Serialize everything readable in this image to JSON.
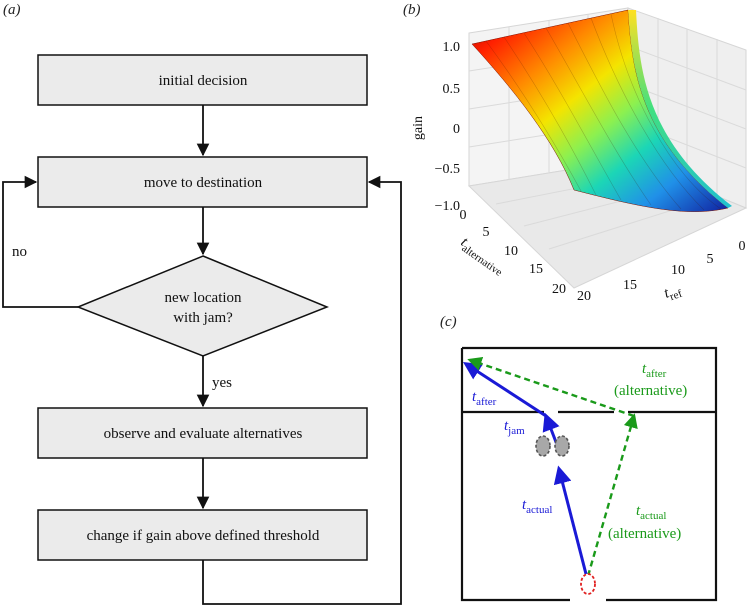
{
  "panels": {
    "a": {
      "label": "(a)"
    },
    "b": {
      "label": "(b)"
    },
    "c": {
      "label": "(c)"
    }
  },
  "flowchart": {
    "initial_decision": "initial decision",
    "move_to_destination": "move to destination",
    "decision_line1": "new location",
    "decision_line2": "with jam?",
    "no_label": "no",
    "yes_label": "yes",
    "observe": "observe and evaluate alternatives",
    "change": "change if gain above defined threshold",
    "box_fill": "#ebebeb",
    "stroke": "#111111"
  },
  "surface_plot": {
    "type": "surface",
    "zlabel": "gain",
    "xlabel_main": "t",
    "xlabel_sub": "alternative",
    "ylabel_main": "t",
    "ylabel_sub": "ref",
    "z_ticks": [
      "1.0",
      "0.5",
      "0",
      "−0.5",
      "−1.0"
    ],
    "x_ticks": [
      "0",
      "5",
      "10",
      "15",
      "20"
    ],
    "y_ticks": [
      "0",
      "5",
      "10",
      "15",
      "20"
    ],
    "zlim": [
      -1.0,
      1.0
    ],
    "xlim": [
      0,
      20
    ],
    "ylim": [
      0,
      20
    ],
    "colormap": "jet"
  },
  "scenario": {
    "t_after_main": "t",
    "t_after_sub": "after",
    "t_jam_main": "t",
    "t_jam_sub": "jam",
    "t_actual_main": "t",
    "t_actual_sub": "actual",
    "alt_after_main": "t",
    "alt_after_sub": "after",
    "alt_after_note": "(alternative)",
    "alt_actual_main": "t",
    "alt_actual_sub": "actual",
    "alt_actual_note": "(alternative)",
    "blue": "#1a1ad6",
    "green": "#1a9a1a",
    "red": "#e02020",
    "agent_fill": "#a8a8a8"
  }
}
